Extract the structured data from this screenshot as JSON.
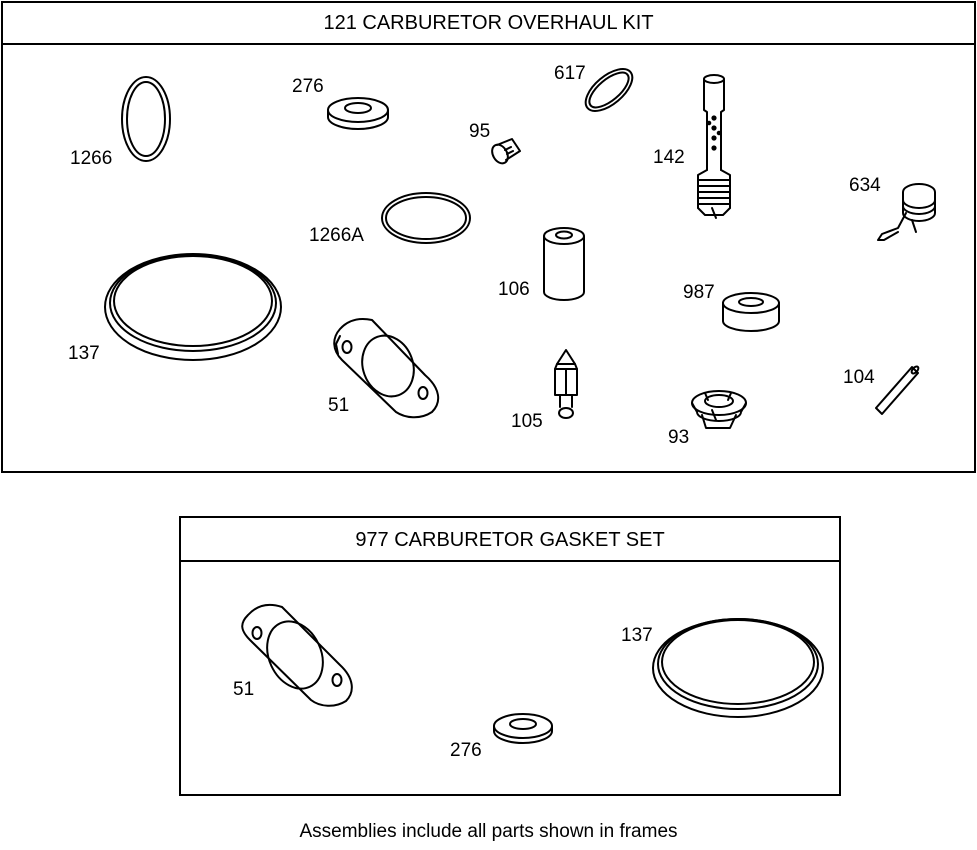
{
  "overhaul_kit": {
    "title": "121 CARBURETOR OVERHAUL KIT",
    "labels": {
      "p1266": "1266",
      "p276": "276",
      "p617": "617",
      "p95": "95",
      "p142": "142",
      "p634": "634",
      "p1266a": "1266A",
      "p106": "106",
      "p987": "987",
      "p137": "137",
      "p51": "51",
      "p105": "105",
      "p93": "93",
      "p104": "104"
    }
  },
  "gasket_set": {
    "title": "977 CARBURETOR GASKET SET",
    "labels": {
      "p51": "51",
      "p137": "137",
      "p276": "276"
    }
  },
  "footer": "Assemblies include all parts shown in frames"
}
